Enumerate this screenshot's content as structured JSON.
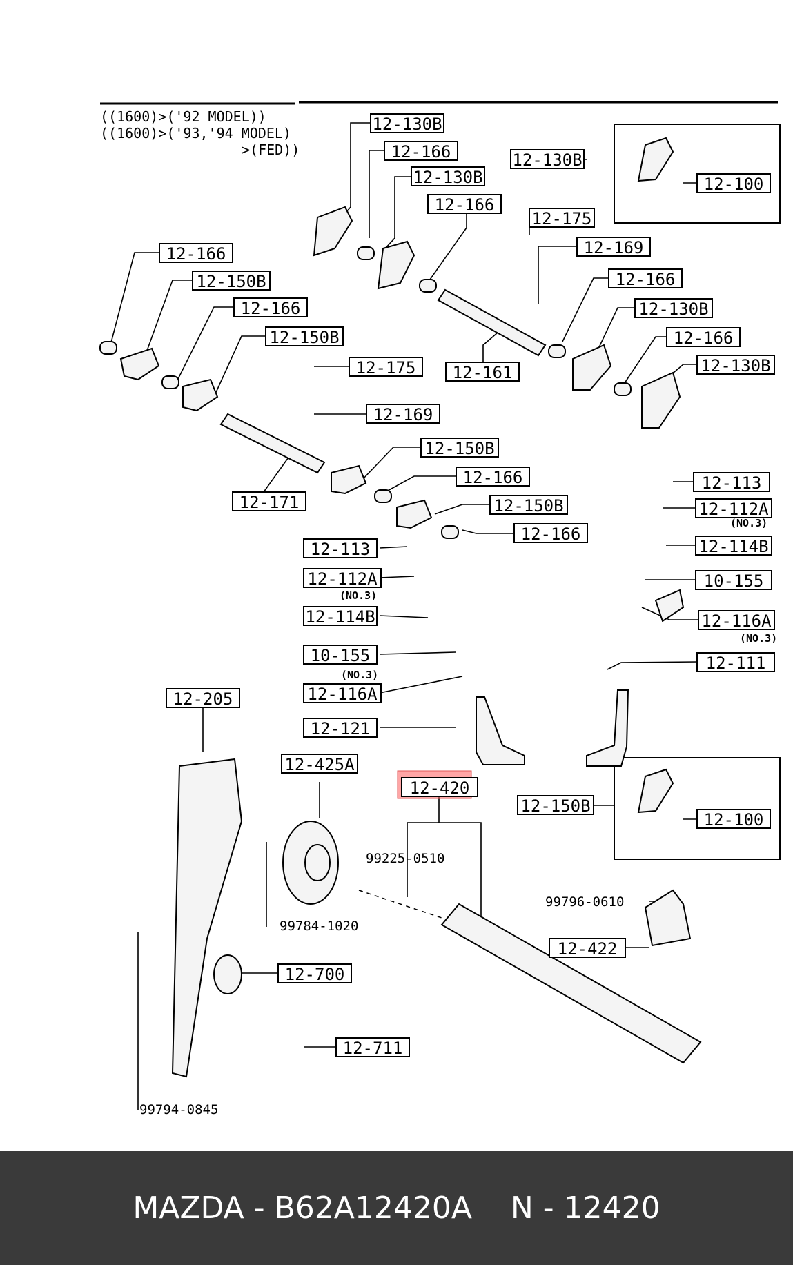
{
  "header_notes": [
    "((1600)>('92 MODEL))",
    "((1600)>('93,'94 MODEL)",
    ">(FED))"
  ],
  "callouts": [
    "12-130B",
    "12-166",
    "12-130B",
    "12-166",
    "12-130B",
    "12-100",
    "12-175",
    "12-169",
    "12-166",
    "12-130B",
    "12-166",
    "12-130B",
    "12-175",
    "12-161",
    "12-166",
    "12-150B",
    "12-166",
    "12-150B",
    "12-169",
    "12-150B",
    "12-166",
    "12-171",
    "12-150B",
    "12-166",
    "12-113",
    "12-112A",
    "12-114B",
    "10-155",
    "12-116A",
    "12-121",
    "12-113",
    "12-112A",
    "12-114B",
    "10-155",
    "12-116A",
    "12-111",
    "12-205",
    "12-425A",
    "12-420",
    "12-150B",
    "12-100",
    "12-422",
    "12-700",
    "12-711"
  ],
  "notes": [
    "(NO.3)",
    "(NO.3)",
    "(NO.3)",
    "(NO.3)"
  ],
  "part_numbers": [
    "99225-0510",
    "99784-1020",
    "99796-0610",
    "99794-0845"
  ],
  "highlight_color": "#ff6b6b",
  "footer": {
    "brand": "MAZDA - B62A12420A",
    "code": "N - 12420"
  }
}
